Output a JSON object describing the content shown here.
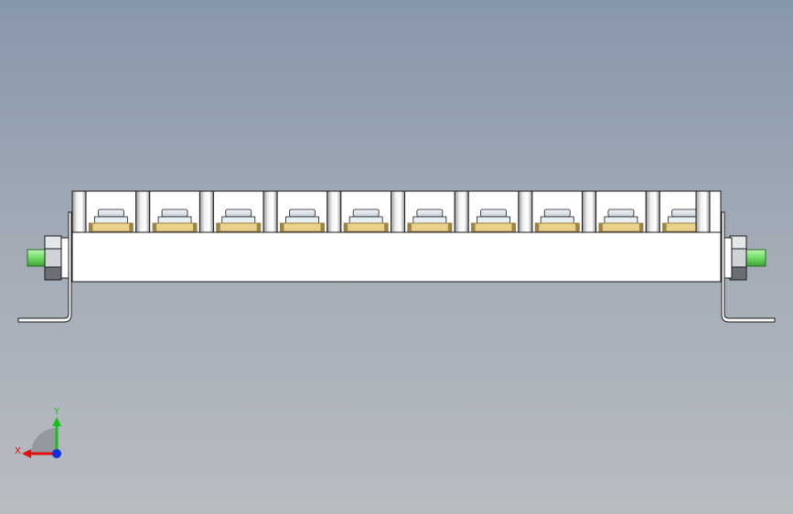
{
  "viewport": {
    "background_top": "#8797ab",
    "background_bottom": "#b9bcc1"
  },
  "model": {
    "name": "roller-conveyor-bar",
    "roller_count": 10,
    "colors": {
      "body": "#ffffff",
      "outline": "#1a1a1a",
      "brass": "#e8d18a",
      "brass_dark": "#9c8446",
      "cap": "#dfe6ee",
      "shaft": "#7ae070",
      "nut": "#d6dadd"
    }
  },
  "triad": {
    "x_label": "X",
    "y_label": "Y",
    "x_color": "#e01010",
    "y_color": "#18c018",
    "z_color": "#1030e0"
  }
}
